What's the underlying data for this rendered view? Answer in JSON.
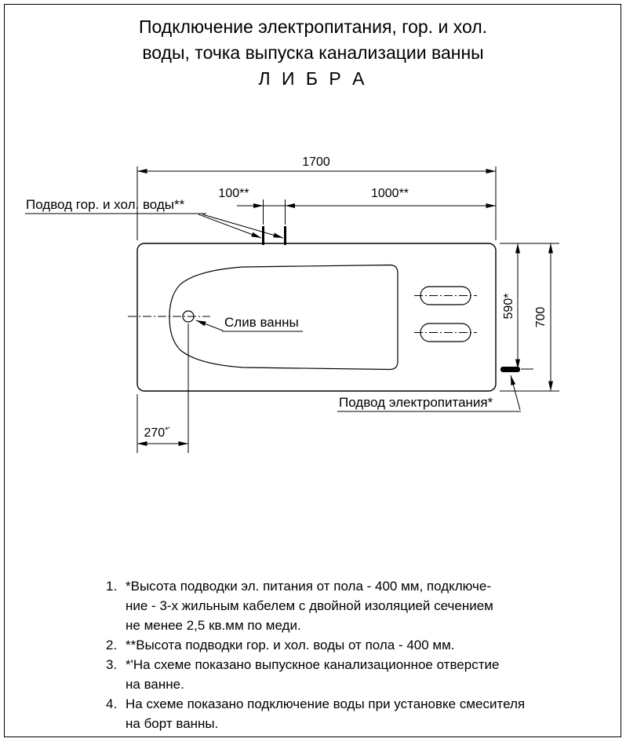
{
  "title": {
    "line1": "Подключение электропитания, гор. и хол.",
    "line2": "воды, точка выпуска канализации ванны",
    "line3": "Л И Б Р А"
  },
  "drawing": {
    "dims": {
      "overall_length": "1700",
      "water_spacing": "100**",
      "water_to_right_edge": "1000**",
      "power_from_top_edge": "590*",
      "overall_width": "700",
      "drain_from_left_edge": "270",
      "drain_from_left_edge_mark": "*'"
    },
    "labels": {
      "water_supply": "Подвод гор. и хол. воды**",
      "drain": "Слив ванны",
      "power_supply": "Подвод электропитания*"
    }
  },
  "notes": [
    {
      "num": "1.",
      "lines": [
        "*Высота подводки эл. питания от пола - 400 мм, подключе-",
        "ние - 3-х жильным кабелем с двойной изоляцией сечением",
        "не менее 2,5 кв.мм по меди."
      ]
    },
    {
      "num": "2.",
      "lines": [
        "**Высота подводки гор. и хол. воды от пола - 400 мм."
      ]
    },
    {
      "num": "3.",
      "lines": [
        "*'На схеме показано выпускное канализационное отверстие",
        "на ванне."
      ]
    },
    {
      "num": "4.",
      "lines": [
        "На схеме показано подключение воды при установке смесителя",
        "на борт ванны."
      ]
    }
  ],
  "colors": {
    "ink": "#000000",
    "paper": "#ffffff"
  }
}
